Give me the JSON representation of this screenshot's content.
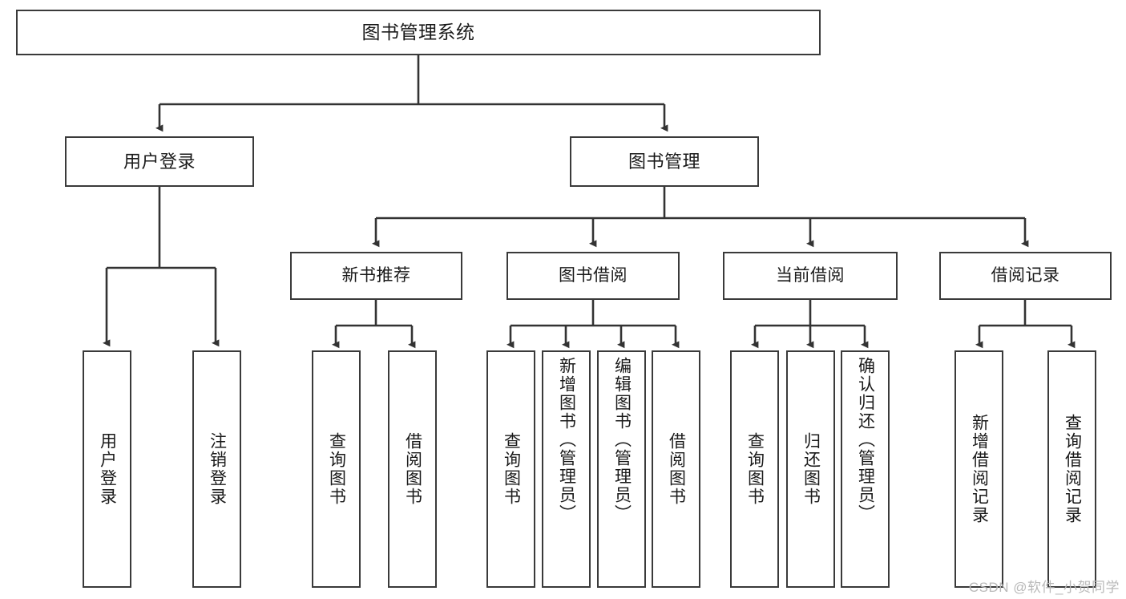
{
  "diagram": {
    "title": "图书管理系统",
    "type": "tree-hierarchy",
    "watermark": "CSDN @软件_小贺同学",
    "colors": {
      "box_border": "#3a3a3a",
      "box_fill": "#ffffff",
      "connector": "#333333",
      "text": "#1a1a1a",
      "watermark": "#b9b9b9",
      "background": "#ffffff"
    },
    "root": {
      "label": "图书管理系统"
    },
    "level2": [
      {
        "label": "用户登录"
      },
      {
        "label": "图书管理"
      }
    ],
    "level3": [
      {
        "label": "新书推荐"
      },
      {
        "label": "图书借阅"
      },
      {
        "label": "当前借阅"
      },
      {
        "label": "借阅记录"
      }
    ],
    "leaves": {
      "user_login": [
        {
          "label": "用户登录"
        },
        {
          "label": "注销登录"
        }
      ],
      "new_book_recommend": [
        {
          "label": "查询图书"
        },
        {
          "label": "借阅图书"
        }
      ],
      "book_borrow": [
        {
          "label": "查询图书"
        },
        {
          "label": "新增图书（管理员）"
        },
        {
          "label": "编辑图书（管理员）"
        },
        {
          "label": "借阅图书"
        }
      ],
      "current_borrow": [
        {
          "label": "查询图书"
        },
        {
          "label": "归还图书"
        },
        {
          "label": "确认归还（管理员）"
        }
      ],
      "borrow_records": [
        {
          "label": "新增借阅记录"
        },
        {
          "label": "查询借阅记录"
        }
      ]
    }
  }
}
